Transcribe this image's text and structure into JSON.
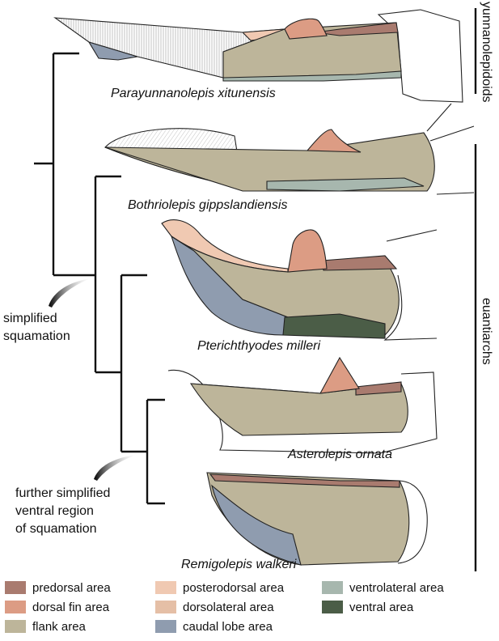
{
  "colors": {
    "predorsal": "#a97b6f",
    "dorsal_fin": "#dc9c84",
    "flank": "#bdb59a",
    "posterodorsal": "#f0c9b2",
    "dorsolateral": "#e5bfa6",
    "caudal_lobe": "#8f9caf",
    "ventrolateral": "#a7b7ae",
    "ventral": "#4b5d47",
    "outline": "#222222",
    "hatching": "#888888"
  },
  "clades": {
    "yunnanolepidoids": "yunnanolepidoids",
    "euantiarchs": "euantiarchs"
  },
  "annotations": {
    "simplified_line1": "simplified",
    "simplified_line2": "squamation",
    "further_line1": "further simplified",
    "further_line2": "ventral region",
    "further_line3": "of squamation"
  },
  "species": [
    {
      "name": "Parayunnanolepis xitunensis"
    },
    {
      "name": "Bothriolepis gippslandiensis"
    },
    {
      "name": "Pterichthyodes milleri"
    },
    {
      "name": "Asterolepis ornata"
    },
    {
      "name": "Remigolepis walkeri"
    }
  ],
  "legend": [
    {
      "label": "predorsal area",
      "color_key": "predorsal"
    },
    {
      "label": "dorsal fin area",
      "color_key": "dorsal_fin"
    },
    {
      "label": "flank area",
      "color_key": "flank"
    },
    {
      "label": "posterodorsal area",
      "color_key": "posterodorsal"
    },
    {
      "label": "dorsolateral area",
      "color_key": "dorsolateral"
    },
    {
      "label": "caudal lobe area",
      "color_key": "caudal_lobe"
    },
    {
      "label": "ventrolateral area",
      "color_key": "ventrolateral"
    },
    {
      "label": "ventral area",
      "color_key": "ventral"
    }
  ]
}
